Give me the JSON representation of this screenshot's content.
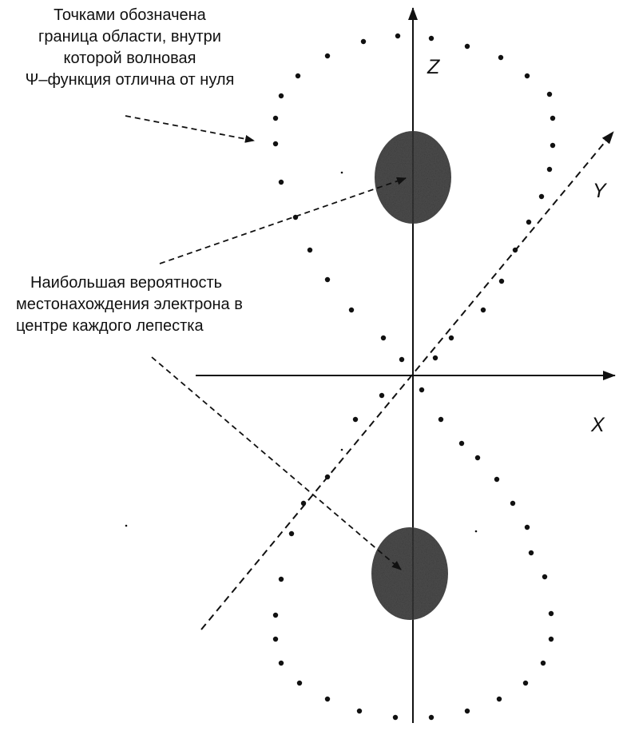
{
  "annotations": {
    "boundary_note": {
      "lines": [
        "Точками  обозначена",
        "граница области, внутри",
        "которой волновая",
        "Ψ–функция отлична от нуля"
      ]
    },
    "probability_note": {
      "lines": [
        "Наибольшая   вероятность",
        "местонахождения электрона в",
        "центре каждого лепестка"
      ]
    }
  },
  "axes": {
    "z": "Z",
    "y": "Y",
    "x": "X"
  },
  "colors": {
    "ink": "#111111",
    "lobe": "#333333",
    "background": "#ffffff"
  }
}
